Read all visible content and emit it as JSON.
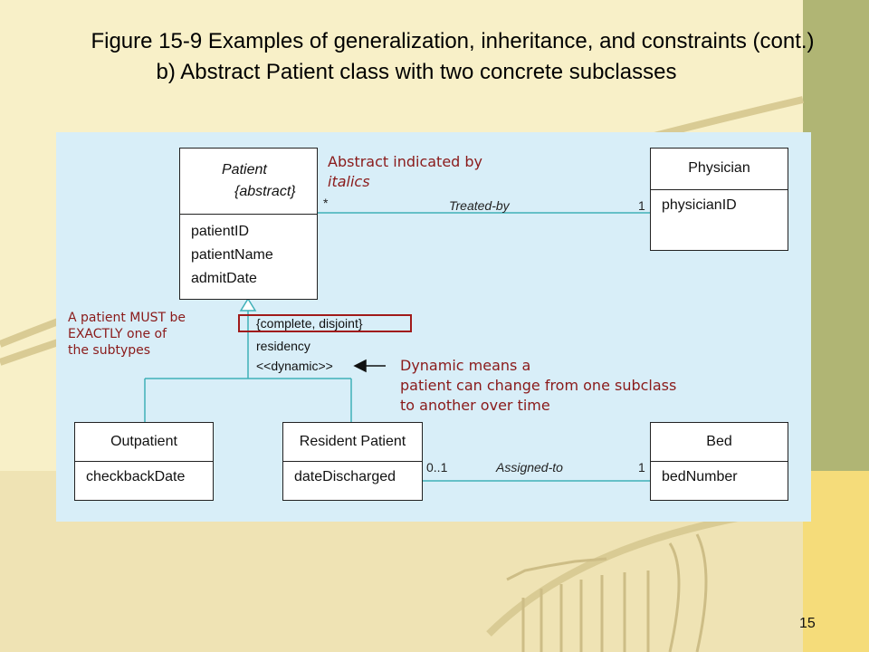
{
  "slide": {
    "title_line1": "Figure 15-9 Examples of generalization, inheritance, and constraints (cont.)",
    "title_line2": "b) Abstract Patient class with two concrete subclasses",
    "page_number": "15"
  },
  "classes": {
    "patient": {
      "name": "Patient",
      "stereotype": "{abstract}",
      "attributes": [
        "patientID",
        "patientName",
        "admitDate"
      ]
    },
    "physician": {
      "name": "Physician",
      "attributes": [
        "physicianID"
      ]
    },
    "outpatient": {
      "name": "Outpatient",
      "attributes": [
        "checkbackDate"
      ]
    },
    "resident": {
      "name": "Resident Patient",
      "attributes": [
        "dateDischarged"
      ]
    },
    "bed": {
      "name": "Bed",
      "attributes": [
        "bedNumber"
      ]
    }
  },
  "associations": {
    "treated_by": {
      "label": "Treated-by",
      "left_mult": "*",
      "right_mult": "1"
    },
    "assigned_to": {
      "label": "Assigned-to",
      "left_mult": "0..1",
      "right_mult": "1"
    }
  },
  "generalization": {
    "constraint": "{complete, disjoint}",
    "discriminator": "residency",
    "stereotype": "<<dynamic>>"
  },
  "annotations": {
    "abstract_line1": "Abstract indicated by",
    "abstract_line2": "italics",
    "must_line1": "A patient MUST be",
    "must_line2": "EXACTLY one of",
    "must_line3": "the subtypes",
    "dynamic_line1": "Dynamic means a",
    "dynamic_line2": "patient can change from one subclass",
    "dynamic_line3": "to another over time"
  },
  "colors": {
    "background": "#f8f0c8",
    "panel": "#d8eef8",
    "connector": "#3fb0b8",
    "annotation": "#8a1a1a",
    "sidebar": "#b0b574"
  }
}
